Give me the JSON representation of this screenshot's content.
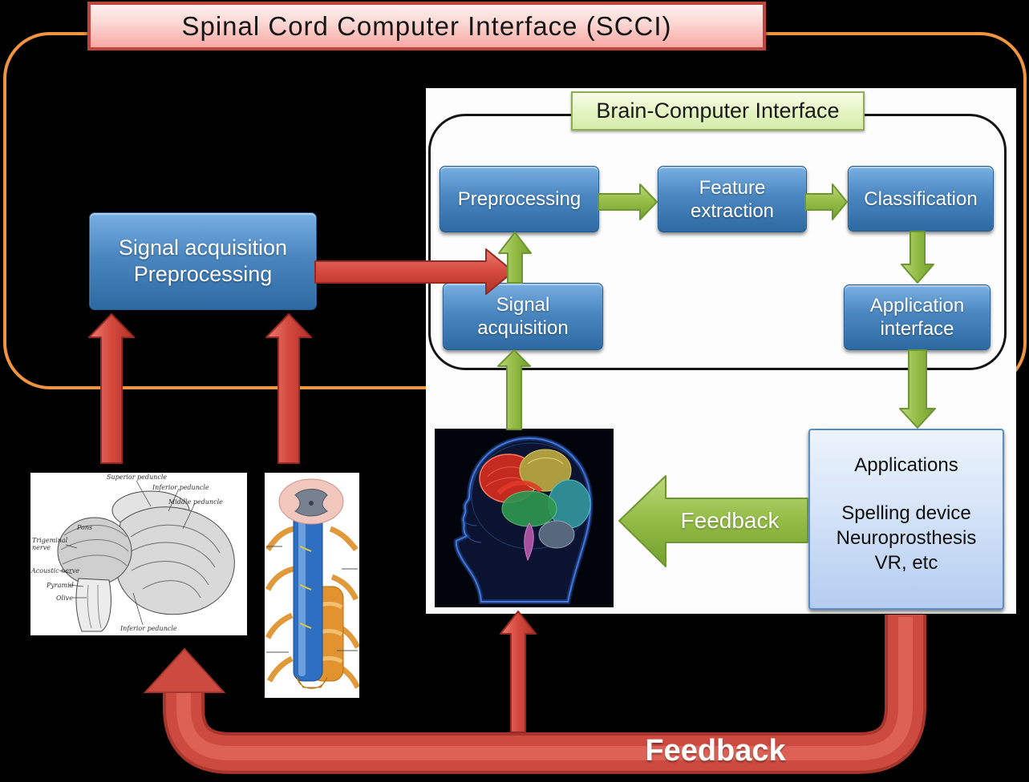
{
  "banner": {
    "title": "Spinal Cord Computer Interface (SCCI)"
  },
  "bci_panel": {
    "title": "Brain-Computer Interface",
    "preprocessing": "Preprocessing",
    "feature_extraction": "Feature extraction",
    "classification": "Classification",
    "signal_acquisition": "Signal acquisition",
    "application_interface": "Application interface"
  },
  "left_box": {
    "line1": "Signal acquisition",
    "line2": "Preprocessing"
  },
  "applications_box": {
    "title": "Applications",
    "items": [
      "Spelling device",
      "Neuroprosthesis",
      "VR, etc"
    ]
  },
  "feedback_green": {
    "label": "Feedback"
  },
  "feedback_red": {
    "label": "Feedback"
  },
  "images": {
    "brainstem": {
      "name": "brainstem-cerebellum-engraving",
      "labels": [
        "Superior peduncle",
        "Inferior peduncle",
        "Middle peduncle",
        "Trigeminal nerve",
        "Acoustic nerve",
        "Pyramid",
        "Olive",
        "Pons",
        "Inferior peduncle"
      ]
    },
    "spinal_cord": {
      "name": "spinal-cord-illustration"
    },
    "brain": {
      "name": "brain-profile-image"
    }
  },
  "colors": {
    "background": "#000000",
    "accent_orange": "#ef9440",
    "arrow_red": "#cc4a40",
    "arrow_green": "#8fb842",
    "box_blue_top": "#79b0e2",
    "box_blue_bottom": "#2d6aa2",
    "banner_pink": "#f8a9a3",
    "banner_border": "#c0453e",
    "bci_label_green": "#d4ecab",
    "applications_blue": "#b4ccf0"
  }
}
